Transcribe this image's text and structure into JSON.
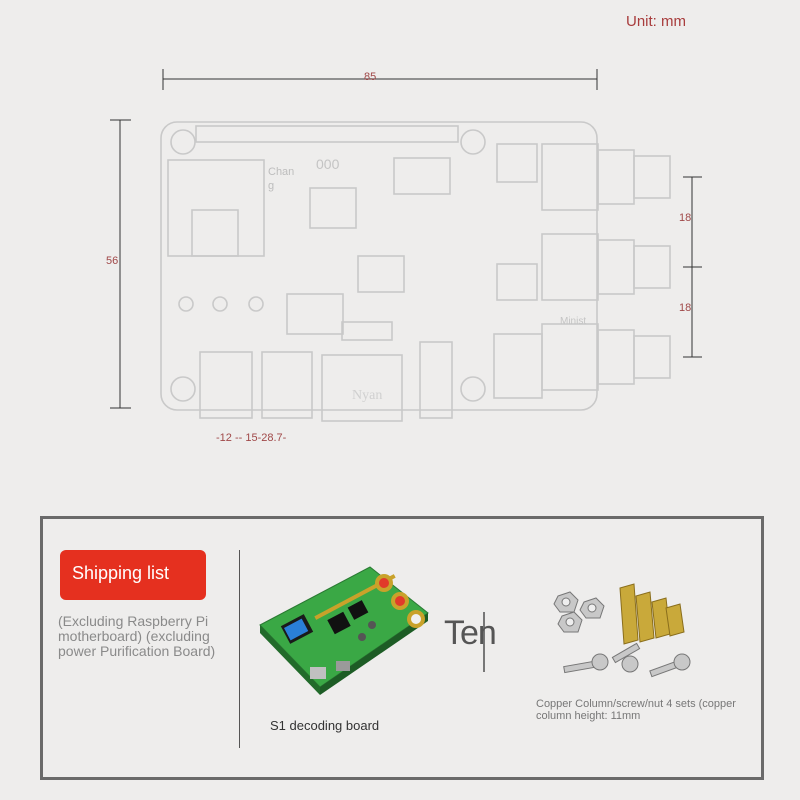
{
  "unit_label": "Unit: mm",
  "dimensions": {
    "width": "85",
    "height": "56",
    "connector_spacing_1": "18",
    "connector_spacing_2": "18",
    "bottom_spacing": "-12 -- 15-28.7-"
  },
  "board_silkscreen": {
    "left_label": "Chan",
    "left_label_2": "g",
    "center_label": "000",
    "brand_watermark": "Nyan",
    "right_label": "Minist"
  },
  "shipping": {
    "title": "Shipping list",
    "exclusions": "(Excluding Raspberry Pi motherboard) (excluding power Purification Board)",
    "divider_text": "Ten",
    "item1_caption": "S1 decoding board",
    "item2_caption": "Copper Column/screw/nut 4 sets (copper column height: 11mm"
  },
  "colors": {
    "accent": "#e5301f",
    "dimension_text": "#a04848",
    "pcb_green": "#3aa845"
  }
}
